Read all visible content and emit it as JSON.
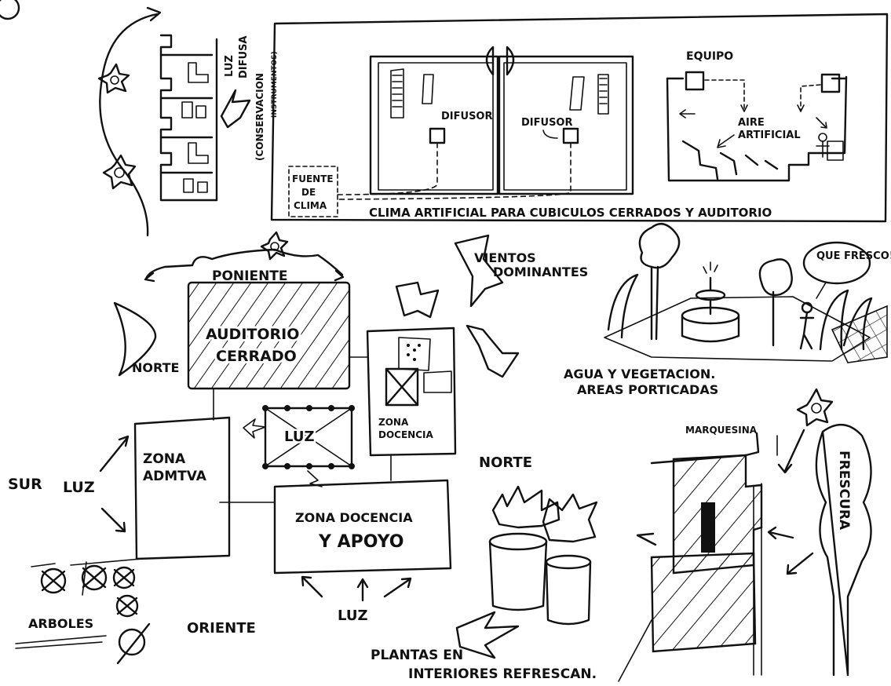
{
  "top_panel": {
    "difusor_left": "DIFUSOR",
    "difusor_right": "DIFUSOR",
    "fuente_line1": "FUENTE",
    "fuente_line2": "DE",
    "fuente_line3": "CLIMA",
    "equipo": "EQUIPO",
    "aire_line1": "AIRE",
    "aire_line2": "ARTIFICIAL",
    "caption": "CLIMA ARTIFICIAL PARA CUBICULOS CERRADOS Y AUDITORIO"
  },
  "left_section": {
    "luz_difusa_line1": "LUZ",
    "luz_difusa_line2": "DIFUSA",
    "conservacion_line1": "(CONSERVACION",
    "conservacion_line2": "INSTRUMENTOS)"
  },
  "plan": {
    "poniente": "PONIENTE",
    "auditorio_line1": "AUDITORIO",
    "auditorio_line2": "CERRADO",
    "norte_left": "NORTE",
    "vientos_line1": "VIENTOS",
    "vientos_line2": "DOMINANTES",
    "luz_center": "LUZ",
    "zona_docencia_small_line1": "ZONA",
    "zona_docencia_small_line2": "DOCENCIA",
    "zona_admtva_line1": "ZONA",
    "zona_admtva_line2": "ADMTVA",
    "sur": "SUR",
    "luz_left": "LUZ",
    "norte_right": "NORTE",
    "zona_docencia_apoyo_line1": "ZONA DOCENCIA",
    "zona_docencia_apoyo_line2": "Y APOYO",
    "oriente": "ORIENTE",
    "luz_bottom": "LUZ",
    "arboles": "ARBOLES"
  },
  "right_section": {
    "speech": "QUE FRESCO!!",
    "agua_line1": "AGUA Y VEGETACION.",
    "agua_line2": "AREAS PORTICADAS",
    "marquesina": "MARQUESINA",
    "frescura": "FRESCURA",
    "plantas_line1": "PLANTAS EN",
    "plantas_line2": "INTERIORES REFRESCAN."
  },
  "colors": {
    "ink": "#111111",
    "paper": "#ffffff"
  }
}
